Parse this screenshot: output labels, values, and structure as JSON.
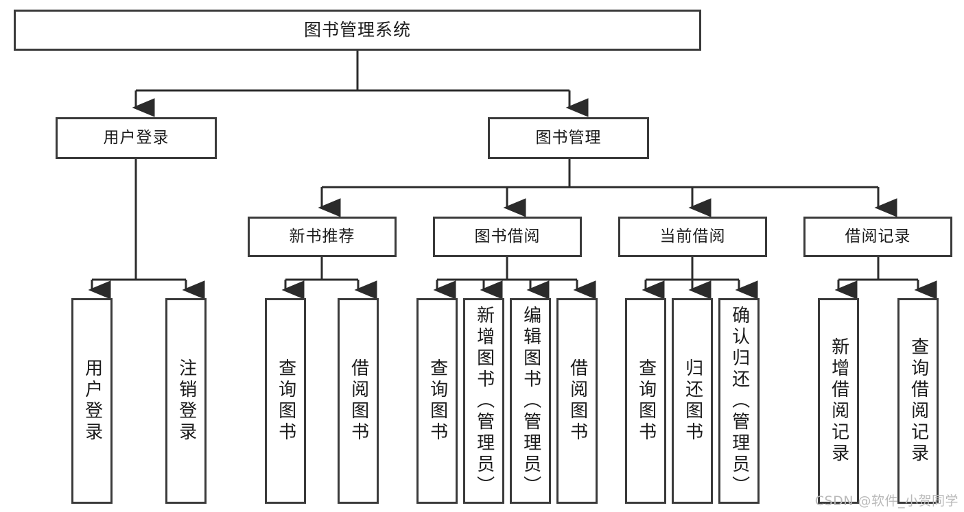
{
  "diagram": {
    "type": "tree",
    "title": "图书管理系统",
    "style": {
      "box_border": "#3a3a3a",
      "box_fill": "#ffffff",
      "line": "#2b2b2b",
      "text": "#1b1b1b"
    }
  },
  "root": {
    "label": "图书管理系统"
  },
  "level2": [
    {
      "label": "用户登录"
    },
    {
      "label": "图书管理"
    }
  ],
  "level3": [
    {
      "label": "新书推荐"
    },
    {
      "label": "图书借阅"
    },
    {
      "label": "当前借阅"
    },
    {
      "label": "借阅记录"
    }
  ],
  "leaves": {
    "login": [
      {
        "label": "用户登录"
      },
      {
        "label": "注销登录"
      }
    ],
    "newbook": [
      {
        "label": "查询图书"
      },
      {
        "label": "借阅图书"
      }
    ],
    "borrow": [
      {
        "label": "查询图书"
      },
      {
        "label": "新增图书（管理员）"
      },
      {
        "label": "编辑图书（管理员）"
      },
      {
        "label": "借阅图书"
      }
    ],
    "current": [
      {
        "label": "查询图书"
      },
      {
        "label": "归还图书"
      },
      {
        "label": "确认归还（管理员）"
      }
    ],
    "record": [
      {
        "label": "新增借阅记录"
      },
      {
        "label": "查询借阅记录"
      }
    ]
  },
  "watermark": {
    "text": "CSDN @软件_小贺同学"
  }
}
